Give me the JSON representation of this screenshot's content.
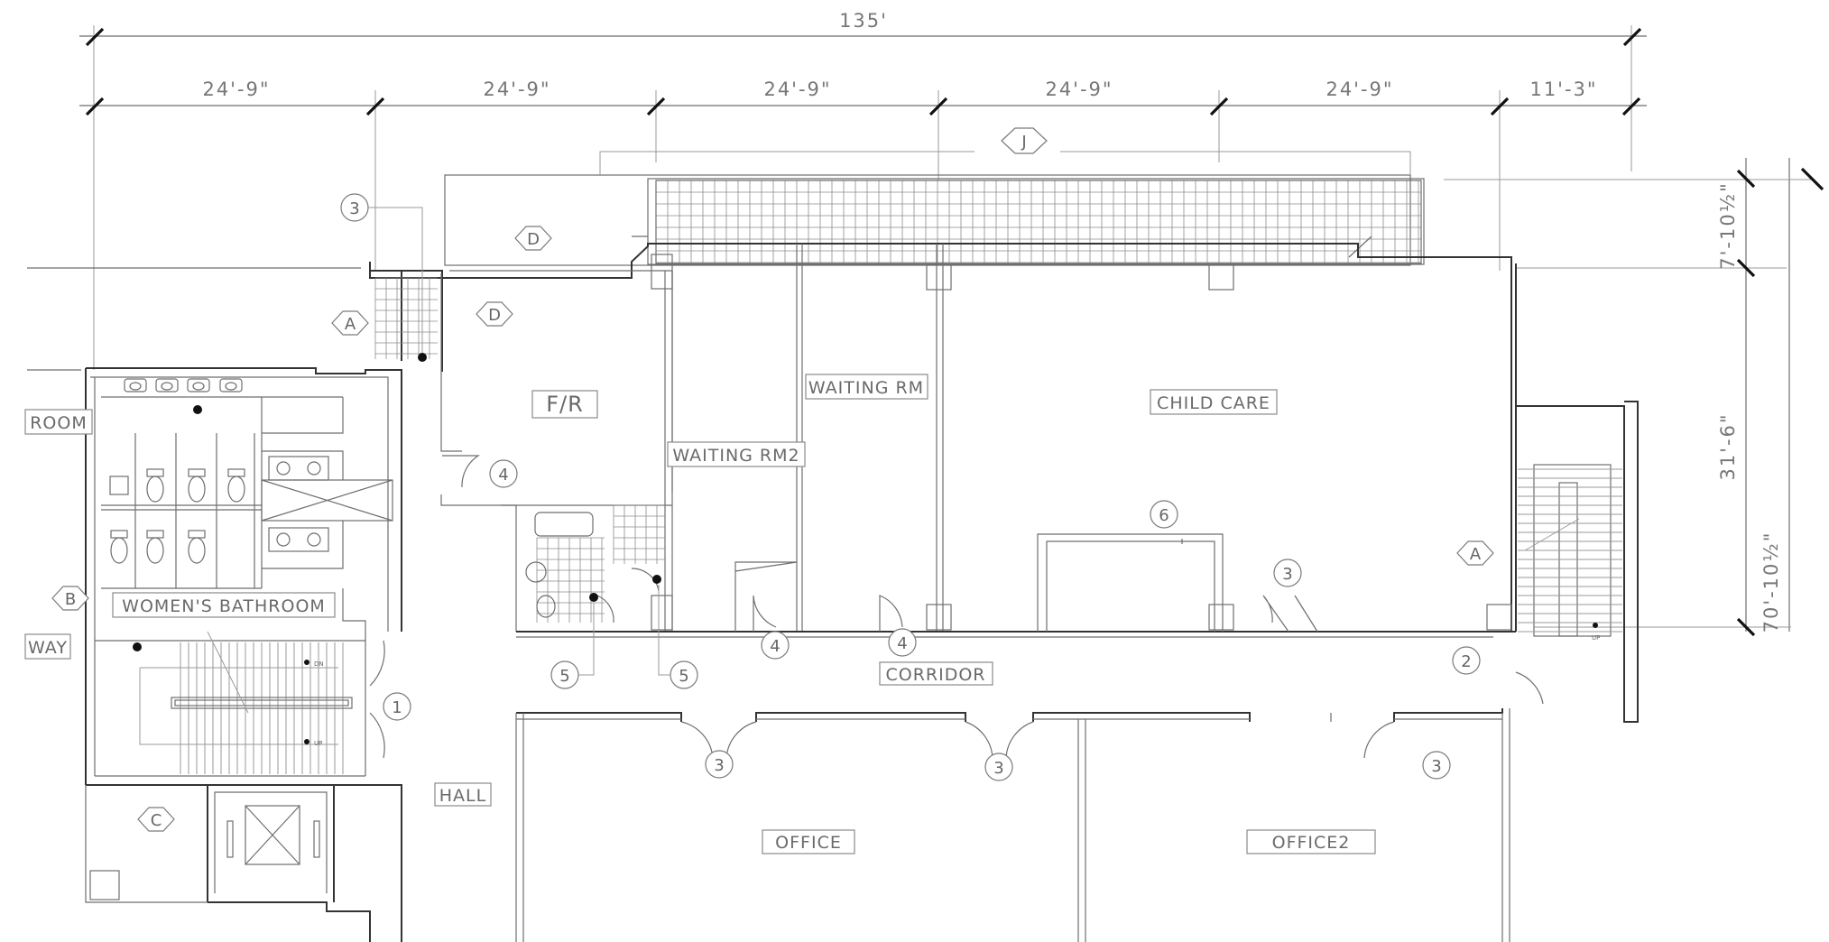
{
  "dimensions": {
    "overall": "135'",
    "bays": [
      "24'-9\"",
      "24'-9\"",
      "24'-9\"",
      "24'-9\"",
      "24'-9\"",
      "11'-3\""
    ],
    "vertical": {
      "top": "7'-10½\"",
      "middle": "31'-6\"",
      "overall": "70'-10½\""
    }
  },
  "rooms": {
    "fr": "F/R",
    "waiting_rm": "WAITING RM",
    "waiting_rm2": "WAITING RM2",
    "child_care": "CHILD CARE",
    "womens_bathroom": "WOMEN'S BATHROOM",
    "corridor": "CORRIDOR",
    "hall": "HALL",
    "office": "OFFICE",
    "office2": "OFFICE2",
    "room_cut": "ROOM",
    "way_cut": "WAY"
  },
  "hex_tags": {
    "j": "J",
    "d_top": "D",
    "d_fr": "D",
    "a_left": "A",
    "a_right": "A",
    "b": "B",
    "c": "C"
  },
  "door_tags": {
    "t1": "1",
    "t2": "2",
    "t3_top": "3",
    "t3_child": "3",
    "t3_a": "3",
    "t3_b": "3",
    "t3_c": "3",
    "t4_fr": "4",
    "t4_a": "4",
    "t4_b": "4",
    "t5_a": "5",
    "t5_b": "5",
    "t6": "6"
  },
  "stair_labels": {
    "dn": "DN",
    "up": "UP",
    "up_right": "UP"
  }
}
